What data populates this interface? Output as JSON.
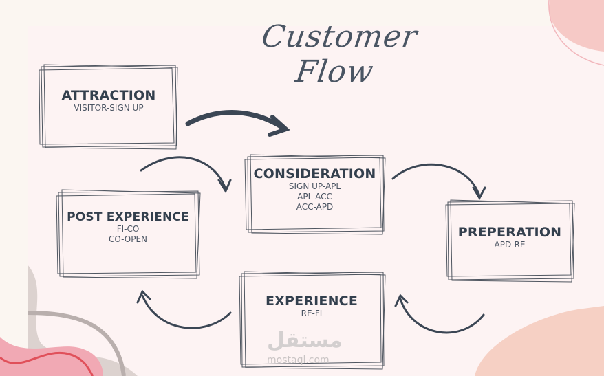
{
  "title": "Customer Flow",
  "stages": [
    {
      "id": "attraction",
      "heading": "ATTRACTION",
      "lines": [
        "VISITOR-SIGN UP"
      ]
    },
    {
      "id": "consideration",
      "heading": "CONSIDERATION",
      "lines": [
        "SIGN UP-APL",
        "APL-ACC",
        "ACC-APD"
      ]
    },
    {
      "id": "post-experience",
      "heading": "POST EXPERIENCE",
      "lines": [
        "FI-CO",
        "CO-OPEN"
      ]
    },
    {
      "id": "preperation",
      "heading": "PREPERATION",
      "lines": [
        "APD-RE"
      ]
    },
    {
      "id": "experience",
      "heading": "EXPERIENCE",
      "lines": [
        "RE-FI"
      ]
    }
  ],
  "watermark": {
    "logo_text": "مستقل",
    "url": "mostaql.com"
  },
  "colors": {
    "ink": "#333f4d",
    "pink": "#f2b8bd",
    "peach": "#f7d3c6",
    "gray": "#d9cfcc"
  }
}
